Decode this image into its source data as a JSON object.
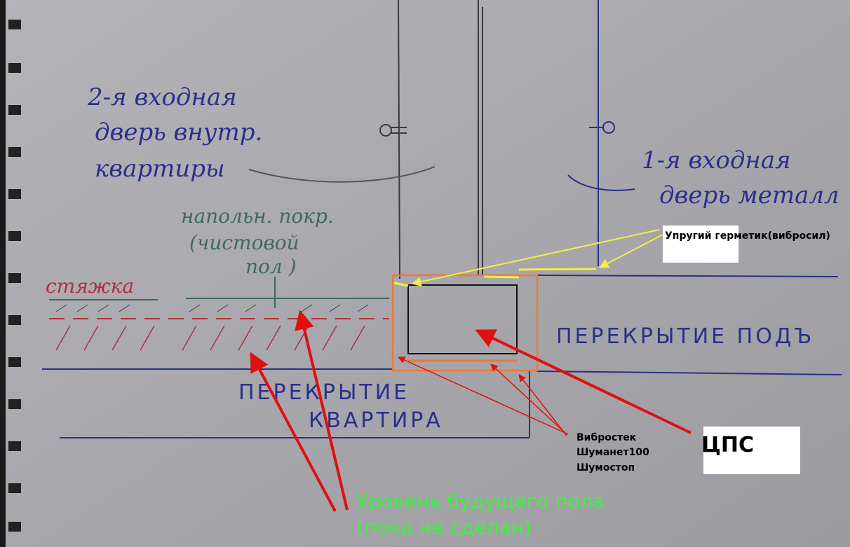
{
  "handwritten": {
    "inner_door": [
      "2-я входная",
      "дверь внутр.",
      "квартиры"
    ],
    "outer_door": [
      "1-я входная",
      "дверь металл"
    ],
    "floor_cover": [
      "напольн. покр.",
      "(чистовой",
      "пол )"
    ],
    "screed": "стяжка",
    "slab_entrance": "ПЕРЕКРЫТИЕ ПОДЪ",
    "slab_apartment": [
      "ПЕРЕКРЫТИЕ",
      "КВАРТИРА"
    ]
  },
  "annotations": {
    "sealant": "Упругий герметик(вибросил)",
    "materials": [
      "Вибростек",
      "Шуманет100",
      "Шумостоп"
    ],
    "cps": "ЦПС",
    "future_floor": [
      "Уровень будущего пола",
      "(пока не сделан)"
    ]
  },
  "colors": {
    "paper": "#a9a8ac",
    "pen_blue": "#2a2f8a",
    "pencil": "#3a3a3a",
    "arrow_red": "#e01010",
    "arrow_yellow": "#f0f040",
    "orange": "#f07830",
    "green_text": "#3cf23c"
  }
}
